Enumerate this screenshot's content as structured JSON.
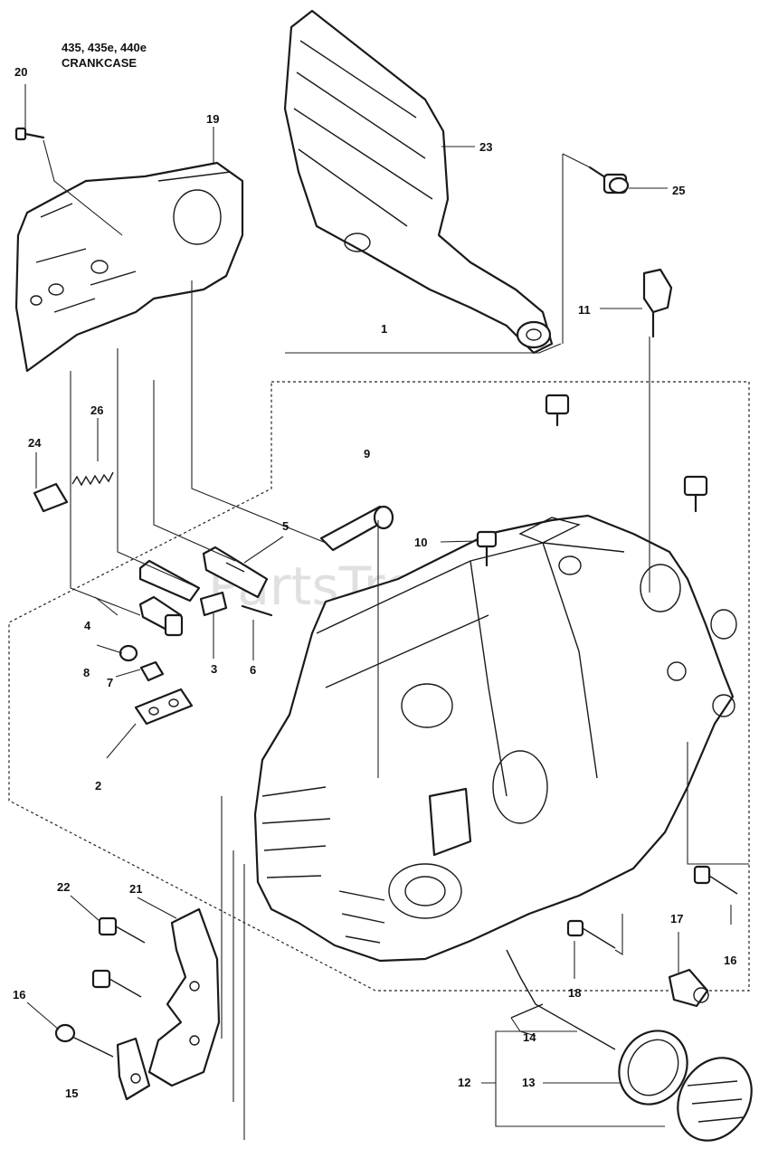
{
  "title": {
    "models": "435, 435e, 440e",
    "section": "CRANKCASE"
  },
  "watermark": "PartsTree",
  "callouts": [
    {
      "id": "c1",
      "label": "1"
    },
    {
      "id": "c2",
      "label": "2"
    },
    {
      "id": "c3",
      "label": "3"
    },
    {
      "id": "c4",
      "label": "4"
    },
    {
      "id": "c5",
      "label": "5"
    },
    {
      "id": "c6",
      "label": "6"
    },
    {
      "id": "c7",
      "label": "7"
    },
    {
      "id": "c8",
      "label": "8"
    },
    {
      "id": "c9",
      "label": "9"
    },
    {
      "id": "c10",
      "label": "10"
    },
    {
      "id": "c11",
      "label": "11"
    },
    {
      "id": "c12",
      "label": "12"
    },
    {
      "id": "c13",
      "label": "13"
    },
    {
      "id": "c14",
      "label": "14"
    },
    {
      "id": "c15",
      "label": "15"
    },
    {
      "id": "c16a",
      "label": "16"
    },
    {
      "id": "c16b",
      "label": "16"
    },
    {
      "id": "c17",
      "label": "17"
    },
    {
      "id": "c18",
      "label": "18"
    },
    {
      "id": "c19",
      "label": "19"
    },
    {
      "id": "c20",
      "label": "20"
    },
    {
      "id": "c21",
      "label": "21"
    },
    {
      "id": "c22",
      "label": "22"
    },
    {
      "id": "c23",
      "label": "23"
    },
    {
      "id": "c24",
      "label": "24"
    },
    {
      "id": "c25",
      "label": "25"
    },
    {
      "id": "c26",
      "label": "26"
    }
  ]
}
